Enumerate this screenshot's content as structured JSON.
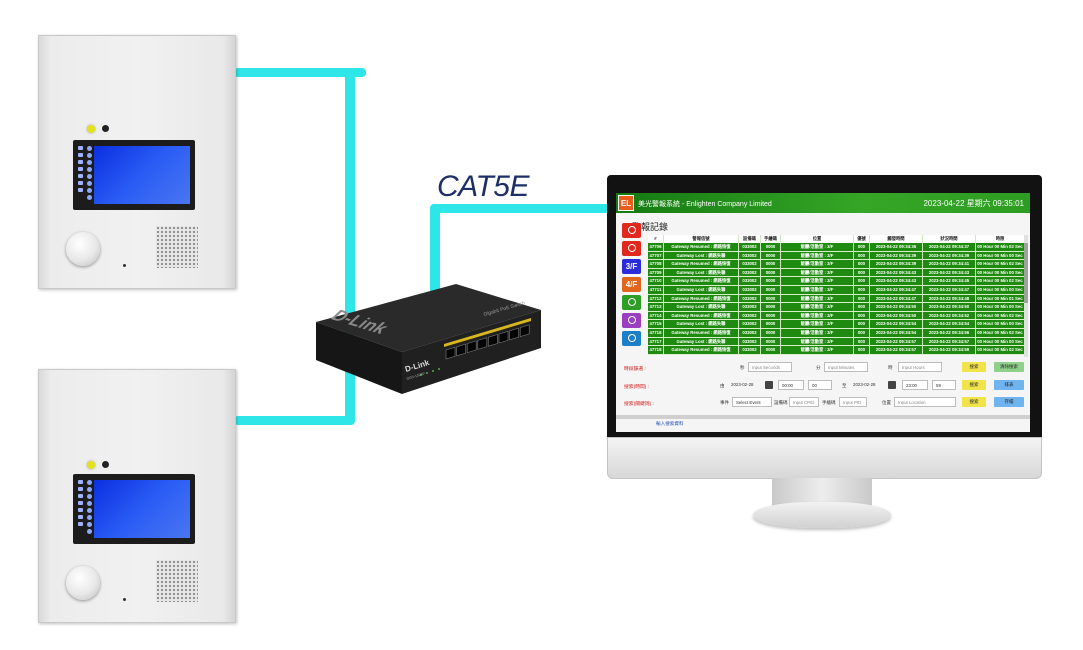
{
  "diagram": {
    "cable_label": "CAT5E",
    "colors": {
      "cable": "#2ee6e8",
      "label": "#1d2f66"
    }
  },
  "switch": {
    "brand": "D-Link",
    "model": "DGS-1008P",
    "top_text": "Gigabit PoE Switch",
    "port_count": 8
  },
  "app": {
    "logo": "EL",
    "title": "美光警報系統 - Enlighten Company Limited",
    "datetime": "2023-04-22 星期六 09:35:01",
    "page_title": "警報記錄",
    "colors": {
      "header": "#2c9d22",
      "row": "#1e8a0f",
      "label_red": "#d21a1a"
    },
    "sidebar": [
      {
        "label": "",
        "icon": "alarm-bell-icon",
        "color": "#e0281e"
      },
      {
        "label": "",
        "icon": "reset-clock-icon",
        "color": "#e0281e"
      },
      {
        "label": "3/F",
        "icon": "floor-icon",
        "color": "#2b2bd8"
      },
      {
        "label": "4/F",
        "icon": "floor-icon",
        "color": "#e0661e"
      },
      {
        "label": "",
        "icon": "speaker-icon",
        "color": "#2f9e26"
      },
      {
        "label": "",
        "icon": "settings-icon",
        "color": "#9b3fc0"
      },
      {
        "label": "",
        "icon": "record-icon",
        "color": "#1e7fc9"
      }
    ],
    "table": {
      "columns": [
        "#",
        "警報信號",
        "設備碼",
        "手繪碼",
        "位置",
        "優號",
        "觸發時間",
        "狀況時間",
        "時限"
      ],
      "rows": [
        [
          "47706",
          "Gateway Resumed : 網路恢復",
          "033002",
          "0000",
          "飯廳/活動室 : 3/F",
          "000",
          "2023-04-22 09:34:35",
          "2023-04-22 09:34:37",
          "00 Hour 00 Min 02 Sec"
        ],
        [
          "47707",
          "Gateway Lost : 網路失聯",
          "033002",
          "0000",
          "飯廳/活動室 : 3/F",
          "000",
          "2023-04-22 09:34:39",
          "2023-04-22 09:34:39",
          "00 Hour 00 Min 00 Sec"
        ],
        [
          "47708",
          "Gateway Resumed : 網路恢復",
          "033002",
          "0000",
          "飯廳/活動室 : 3/F",
          "000",
          "2023-04-22 09:34:39",
          "2023-04-22 09:34:41",
          "00 Hour 00 Min 02 Sec"
        ],
        [
          "47709",
          "Gateway Lost : 網路失聯",
          "033002",
          "0000",
          "飯廳/活動室 : 3/F",
          "000",
          "2023-04-22 09:34:43",
          "2023-04-22 09:34:43",
          "00 Hour 00 Min 00 Sec"
        ],
        [
          "47710",
          "Gateway Resumed : 網路恢復",
          "033002",
          "0000",
          "飯廳/活動室 : 3/F",
          "000",
          "2023-04-22 09:34:43",
          "2023-04-22 09:34:45",
          "00 Hour 00 Min 02 Sec"
        ],
        [
          "47711",
          "Gateway Lost : 網路失聯",
          "033002",
          "0000",
          "飯廳/活動室 : 3/F",
          "000",
          "2023-04-22 09:34:47",
          "2023-04-22 09:34:47",
          "00 Hour 00 Min 00 Sec"
        ],
        [
          "47712",
          "Gateway Resumed : 網路恢復",
          "033002",
          "0000",
          "飯廳/活動室 : 3/F",
          "000",
          "2023-04-22 09:34:47",
          "2023-04-22 09:34:48",
          "00 Hour 00 Min 01 Sec"
        ],
        [
          "47713",
          "Gateway Lost : 網路失聯",
          "033002",
          "0000",
          "飯廳/活動室 : 3/F",
          "000",
          "2023-04-22 09:34:50",
          "2023-04-22 09:34:50",
          "00 Hour 00 Min 00 Sec"
        ],
        [
          "47714",
          "Gateway Resumed : 網路恢復",
          "033002",
          "0000",
          "飯廳/活動室 : 3/F",
          "000",
          "2023-04-22 09:34:50",
          "2023-04-22 09:34:52",
          "00 Hour 00 Min 02 Sec"
        ],
        [
          "47715",
          "Gateway Lost : 網路失聯",
          "033002",
          "0000",
          "飯廳/活動室 : 3/F",
          "000",
          "2023-04-22 09:34:54",
          "2023-04-22 09:34:54",
          "00 Hour 00 Min 00 Sec"
        ],
        [
          "47716",
          "Gateway Resumed : 網路恢復",
          "033002",
          "0000",
          "飯廳/活動室 : 3/F",
          "000",
          "2023-04-22 09:34:54",
          "2023-04-22 09:34:56",
          "00 Hour 00 Min 02 Sec"
        ],
        [
          "47717",
          "Gateway Lost : 網路失聯",
          "033002",
          "0000",
          "飯廳/活動室 : 3/F",
          "000",
          "2023-04-22 09:34:57",
          "2023-04-22 09:34:57",
          "00 Hour 00 Min 00 Sec"
        ],
        [
          "47718",
          "Gateway Resumed : 網路恢復",
          "033002",
          "0000",
          "飯廳/活動室 : 3/F",
          "000",
          "2023-04-22 09:34:57",
          "2023-04-22 09:34:59",
          "00 Hour 00 Min 02 Sec"
        ]
      ]
    },
    "filters": {
      "row1": {
        "label": "時段篩選 :",
        "sec_label": "秒",
        "sec_placeholder": "Input Seconds",
        "min_label": "分",
        "min_placeholder": "Input Minutes",
        "hour_label": "時",
        "hour_placeholder": "Input Hours",
        "search": "搜索",
        "clear": "清除搜索"
      },
      "row2": {
        "label": "搜索(時間) :",
        "from_label": "由",
        "from_date": "2023-02-28",
        "from_hour": "00:00",
        "from_min": "00",
        "to_label": "至",
        "to_date": "2023-02-28",
        "to_hour": "23:00",
        "to_min": "59",
        "search": "搜索",
        "report": "排表"
      },
      "row3": {
        "label": "搜索(關鍵詞) :",
        "event_label": "事件",
        "event_value": "Select Event",
        "cpid_label": "設備碼",
        "cpid_placeholder": "Input CPID",
        "pid_label": "手繪碼",
        "pid_placeholder": "Input PID",
        "loc_label": "位置",
        "loc_placeholder": "Input Location",
        "search": "搜索",
        "save": "存檔"
      }
    },
    "footer": "輸入搜索資料"
  }
}
